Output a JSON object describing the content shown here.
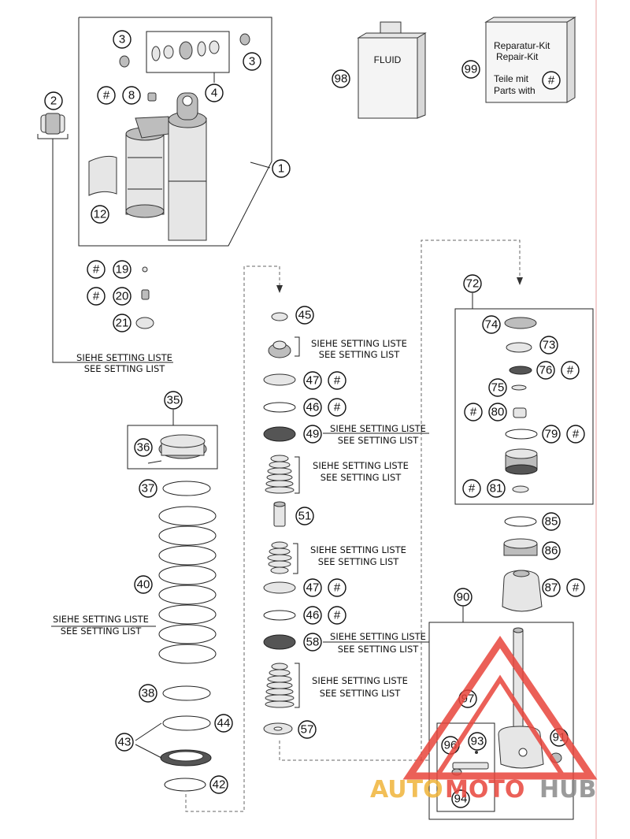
{
  "callouts": {
    "c1": "1",
    "c2": "2",
    "c3a": "3",
    "c3b": "3",
    "c4": "4",
    "c8": "8",
    "c12": "12",
    "c19": "19",
    "c20": "20",
    "c21": "21",
    "c35": "35",
    "c36": "36",
    "c37": "37",
    "c38": "38",
    "c40": "40",
    "c42": "42",
    "c43": "43",
    "c44": "44",
    "c45": "45",
    "c46a": "46",
    "c46b": "46",
    "c47a": "47",
    "c47b": "47",
    "c49": "49",
    "c51": "51",
    "c57": "57",
    "c58": "58",
    "c72": "72",
    "c73": "73",
    "c74": "74",
    "c75": "75",
    "c76": "76",
    "c79": "79",
    "c80": "80",
    "c81": "81",
    "c85": "85",
    "c86": "86",
    "c87": "87",
    "c90": "90",
    "c91": "91",
    "c93": "93",
    "c94": "94",
    "c96": "96",
    "c97": "97",
    "c98": "98",
    "c99": "99"
  },
  "hash_symbol": "#",
  "setting_de": "SIEHE SETTING LISTE",
  "setting_en": "SEE SETTING LIST",
  "fluid_label": "FLUID",
  "repair_kit": {
    "line1": "Reparatur-Kit",
    "line2": "Repair-Kit",
    "line3": "Teile mit",
    "line4": "Parts with"
  },
  "watermark": {
    "auto": "AUTO",
    "moto": "MOTO",
    "hub": "HUB"
  },
  "colors": {
    "watermark_red": "#e8453c",
    "watermark_gold": "#f0b43a",
    "watermark_gray": "#8a8a8a"
  }
}
